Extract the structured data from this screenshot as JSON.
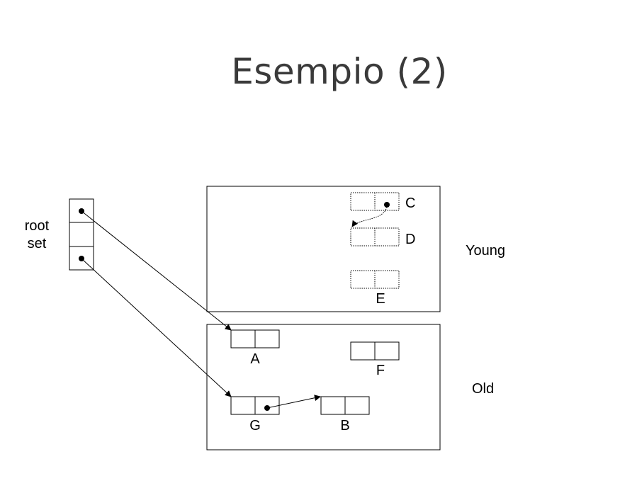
{
  "title": "Esempio (2)",
  "root_set": {
    "line1": "root",
    "line2": "set"
  },
  "regions": {
    "young": "Young",
    "old": "Old"
  },
  "objects": {
    "A": "A",
    "B": "B",
    "C": "C",
    "D": "D",
    "E": "E",
    "F": "F",
    "G": "G"
  }
}
